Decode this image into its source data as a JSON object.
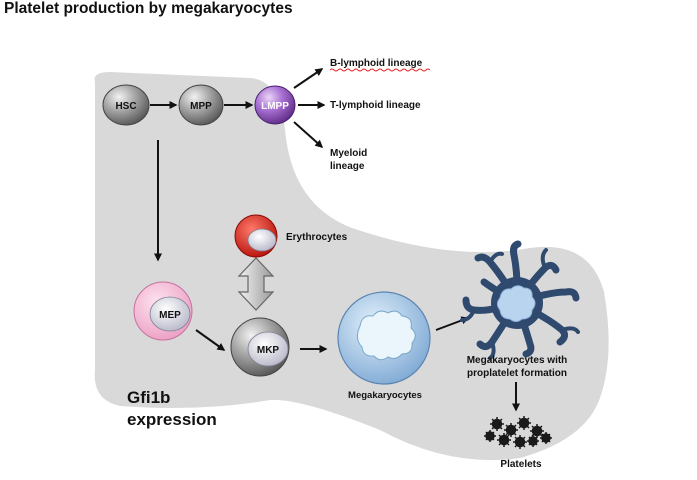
{
  "title": "Platelet production  by megakaryocytes",
  "cells": {
    "hsc": "HSC",
    "mpp": "MPP",
    "lmpp": "LMPP",
    "mep": "MEP",
    "mkp": "MKP"
  },
  "lineages": {
    "b_lymphoid": "B-lymphoid  lineage",
    "t_lymphoid": "T-lymphoid lineage",
    "myeloid_1": "Myeloid",
    "myeloid_2": "lineage"
  },
  "labels": {
    "erythrocytes": "Erythrocytes",
    "megakaryocytes": "Megakaryocytes",
    "proplatelet_1": "Megakaryocytes with",
    "proplatelet_2": "proplatelet formation",
    "platelets": "Platelets"
  },
  "gfi1b": {
    "line1": "Gfi1b",
    "line2": "expression"
  },
  "colors": {
    "background_region": "#d9d9d9",
    "grey_cell": "#9a9a9a",
    "lmpp": "#9b59c9",
    "mep": "#f4b8d4",
    "erythrocyte": "#e8201a",
    "megakaryocyte": "#b9d4ee",
    "proplatelet": "#2f4a6e"
  }
}
